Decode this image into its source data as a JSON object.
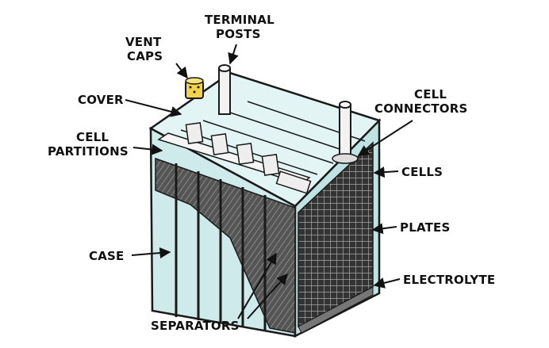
{
  "labels": {
    "terminal_posts_1": "TERMINAL",
    "terminal_posts_2": "POSTS",
    "vent_caps_1": "VENT",
    "vent_caps_2": "CAPS",
    "cover": "COVER",
    "cell_connectors_1": "CELL",
    "cell_connectors_2": "CONNECTORS",
    "cell_partitions_1": "CELL",
    "cell_partitions_2": "PARTITIONS",
    "cells": "CELLS",
    "plates": "PLATES",
    "case": "CASE",
    "electrolyte": "ELECTROLYTE",
    "separators": "SEPARATORS"
  },
  "colors": {
    "case_fill": "#cfeaea",
    "case_shade": "#a9d6d6",
    "outline": "#1a1a1a",
    "vent_cap": "#f2d24a",
    "plate_dark": "#2a2a2a",
    "separator": "#6a6a6a"
  }
}
